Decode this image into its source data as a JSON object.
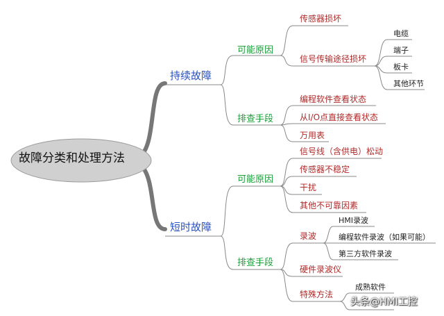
{
  "diagram": {
    "root": "故障分类和处理方法",
    "persistent": {
      "label": "持续故障",
      "causes": {
        "label": "可能原因",
        "sensor_damage": "传感器损坏",
        "signal_path": {
          "label": "信号传输途径损坏",
          "items": [
            "电缆",
            "端子",
            "板卡",
            "其他环节"
          ]
        }
      },
      "methods": {
        "label": "排查手段",
        "items": [
          "编程软件查看状态",
          "从I/O点直接查看状态",
          "万用表"
        ]
      }
    },
    "intermittent": {
      "label": "短时故障",
      "causes": {
        "label": "可能原因",
        "items": [
          "信号线（含供电）松动",
          "传感器不稳定",
          "干扰",
          "其他不可靠因素"
        ]
      },
      "methods": {
        "label": "排查手段",
        "recording": {
          "label": "录波",
          "items": [
            "HMI录波",
            "编程软件录波（如果可能）",
            "第三方软件录波"
          ]
        },
        "hardware_recorder": "硬件录波仪",
        "special": {
          "label": "特殊方法",
          "items": [
            "成熟软件"
          ]
        }
      }
    }
  },
  "watermark": "头条@HMI工控",
  "colors": {
    "level1": "#2a52be",
    "level2": "#1b9e3a",
    "level3": "#b22a2a",
    "root_fill": "#d0d0d0",
    "branch": "#8a8a8a"
  }
}
